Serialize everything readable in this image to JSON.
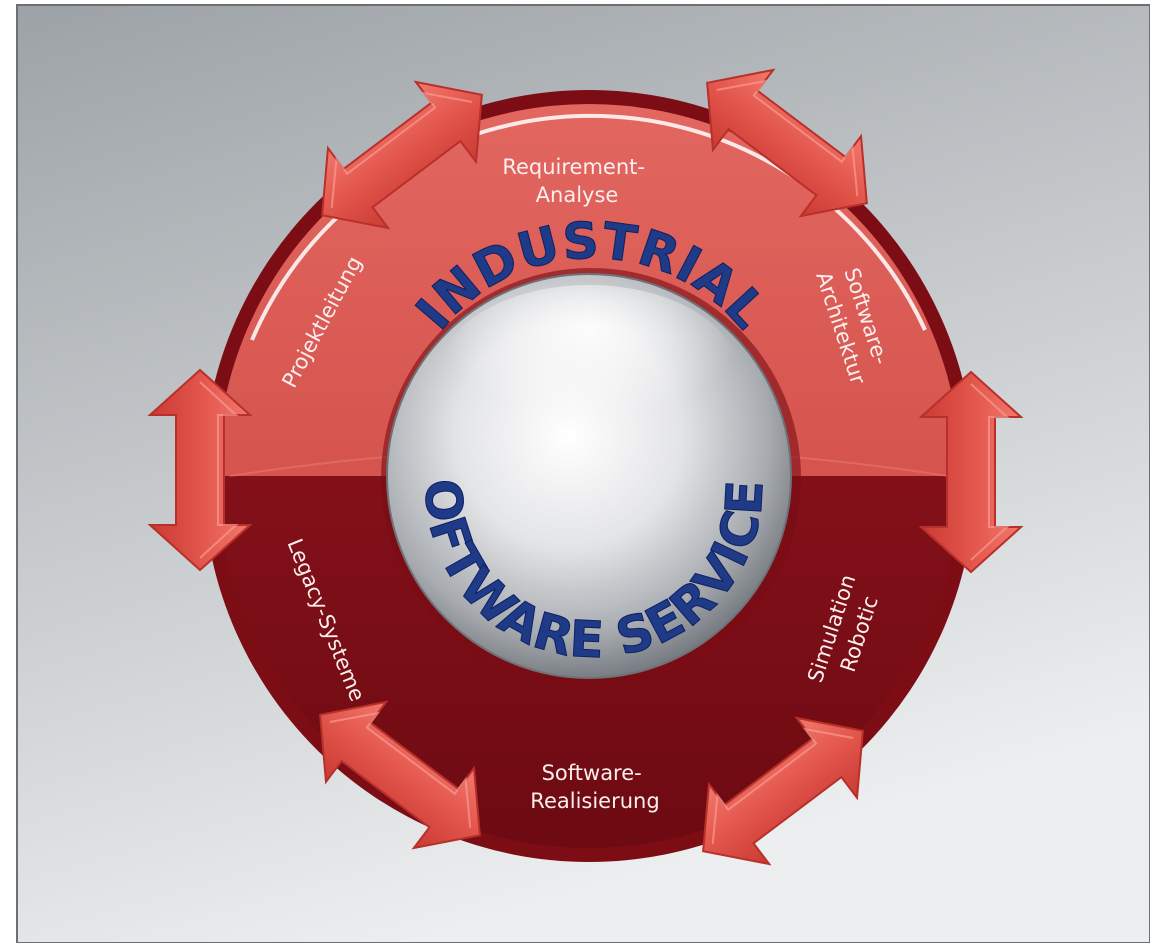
{
  "center": {
    "title_top": "INDUSTRIAL",
    "title_bottom": "SOFTWARE SERVICES"
  },
  "segments": {
    "requirement": {
      "line1": "Requirement-",
      "line2": "Analyse"
    },
    "architektur": {
      "line1": "Software-",
      "line2": "Architektur"
    },
    "simulation": {
      "line1": "Simulation",
      "line2": "Robotic"
    },
    "realisierung": {
      "line1": "Software-",
      "line2": "Realisierung"
    },
    "legacy": {
      "line1": "Legacy-Systeme"
    },
    "projekt": {
      "line1": "Projektleitung"
    }
  },
  "colors": {
    "ring_top": "#d9504a",
    "ring_bottom": "#8a1119",
    "arrow": "#e2554b",
    "center_text": "#1f3a86",
    "background": "#b7bbbf"
  }
}
